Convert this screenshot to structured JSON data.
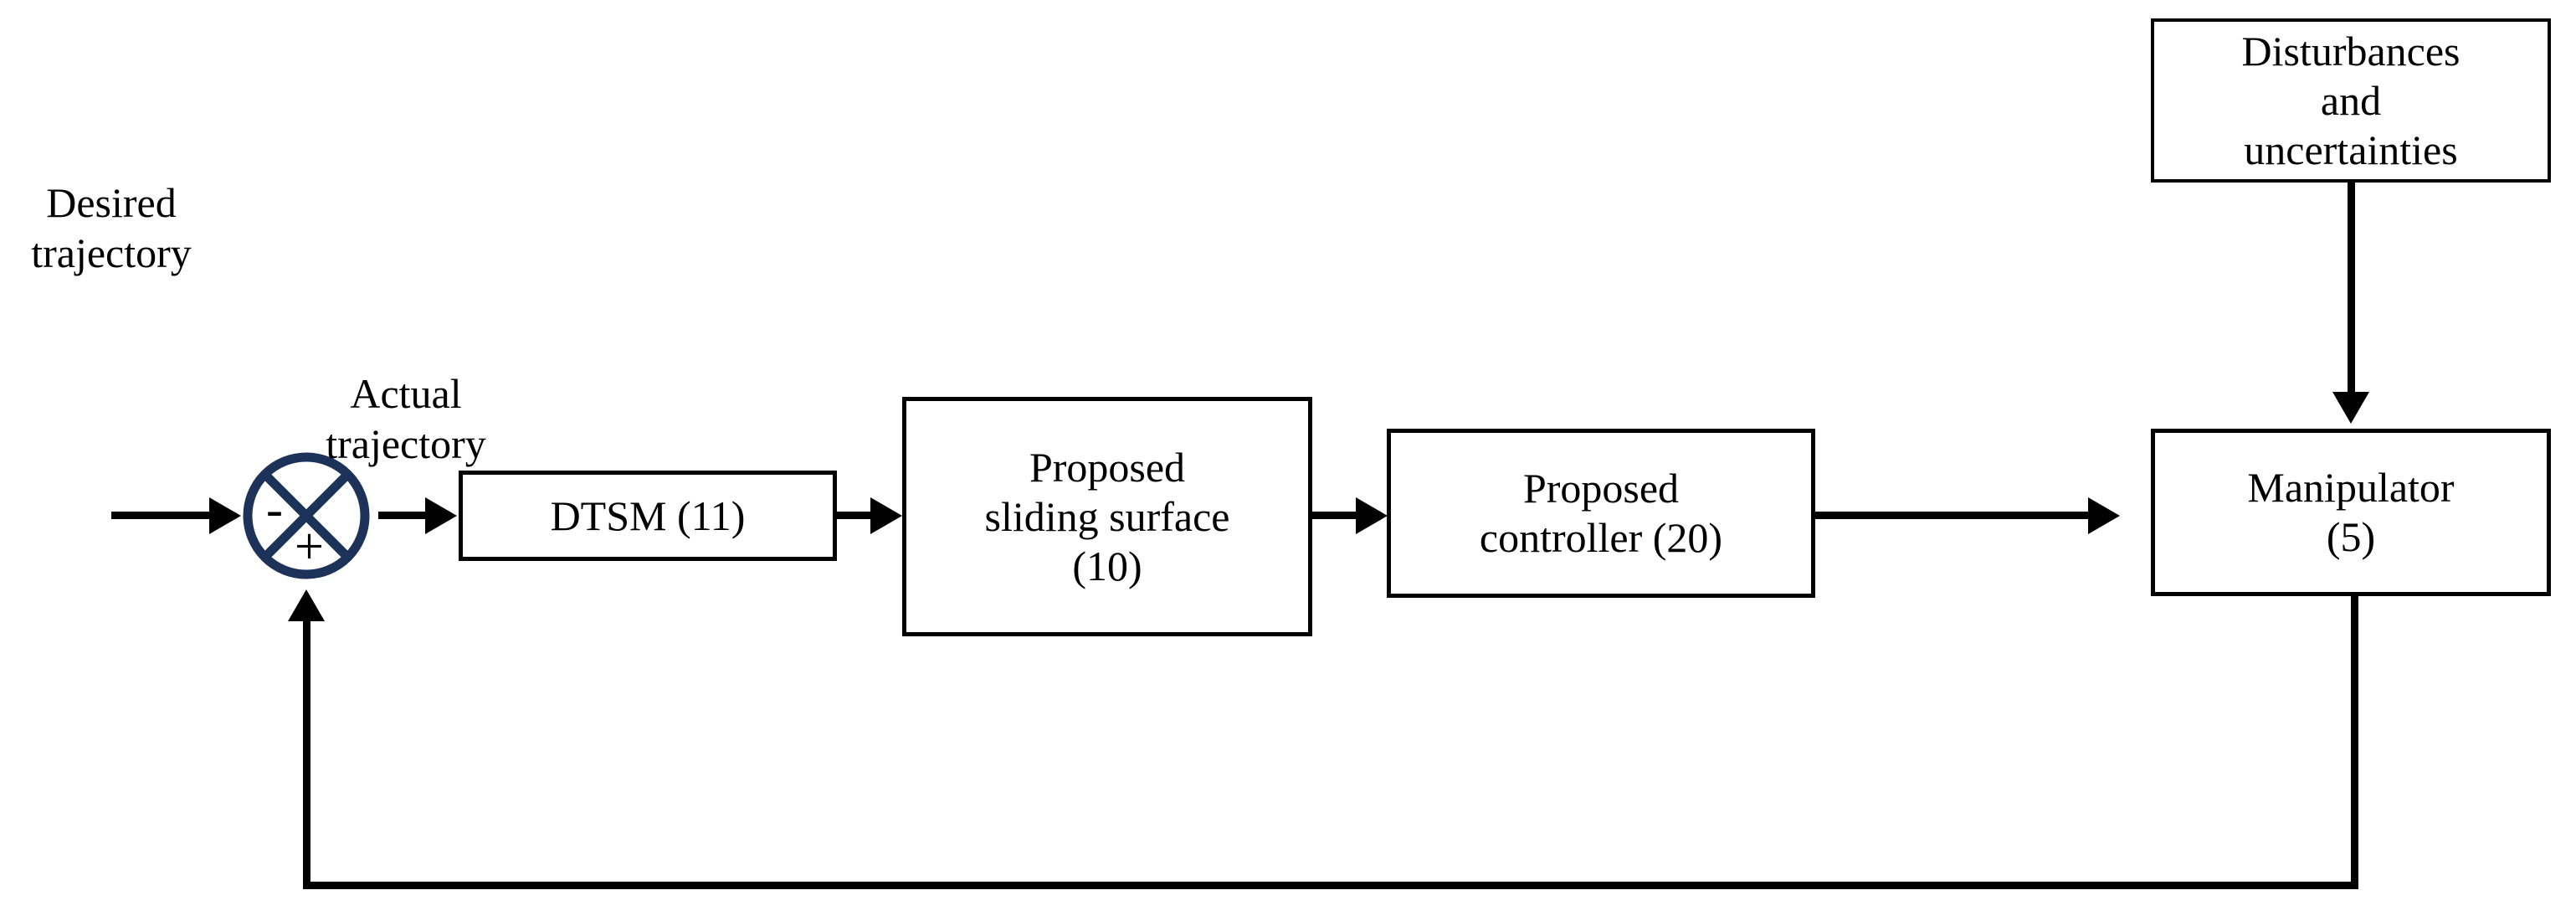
{
  "diagram": {
    "type": "control-block-diagram",
    "background": "#ffffff",
    "line_color": "#000000",
    "summing_junction_color": "#1C3258",
    "blocks": [
      {
        "id": "dtsm",
        "label": "DTSM (11)"
      },
      {
        "id": "surface",
        "label": "Proposed\nsliding surface\n(10)"
      },
      {
        "id": "controller",
        "label": "Proposed\ncontroller (20)"
      },
      {
        "id": "disturb",
        "label": "Disturbances\nand\nuncertainties"
      },
      {
        "id": "manipulator",
        "label": "Manipulator\n(5)"
      }
    ],
    "labels": {
      "desired_trajectory": "Desired\ntrajectory",
      "actual_trajectory": "Actual\ntrajectory"
    },
    "summing_junction": {
      "negative_sign": "-",
      "positive_sign": "+"
    }
  }
}
